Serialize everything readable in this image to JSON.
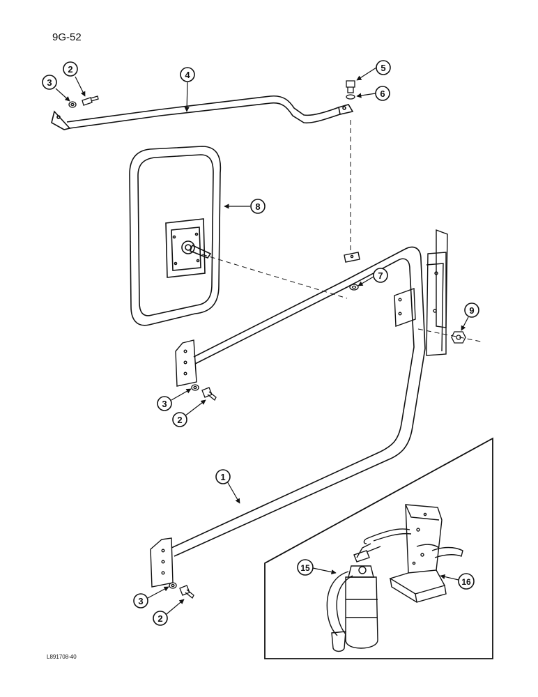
{
  "page_number": "9G-52",
  "figure_code": "L891708-40",
  "callouts": {
    "c1": "1",
    "c2a": "2",
    "c2b": "2",
    "c2c": "2",
    "c3a": "3",
    "c3b": "3",
    "c3c": "3",
    "c4": "4",
    "c5": "5",
    "c6": "6",
    "c7": "7",
    "c8": "8",
    "c9": "9",
    "c15": "15",
    "c16": "16"
  }
}
